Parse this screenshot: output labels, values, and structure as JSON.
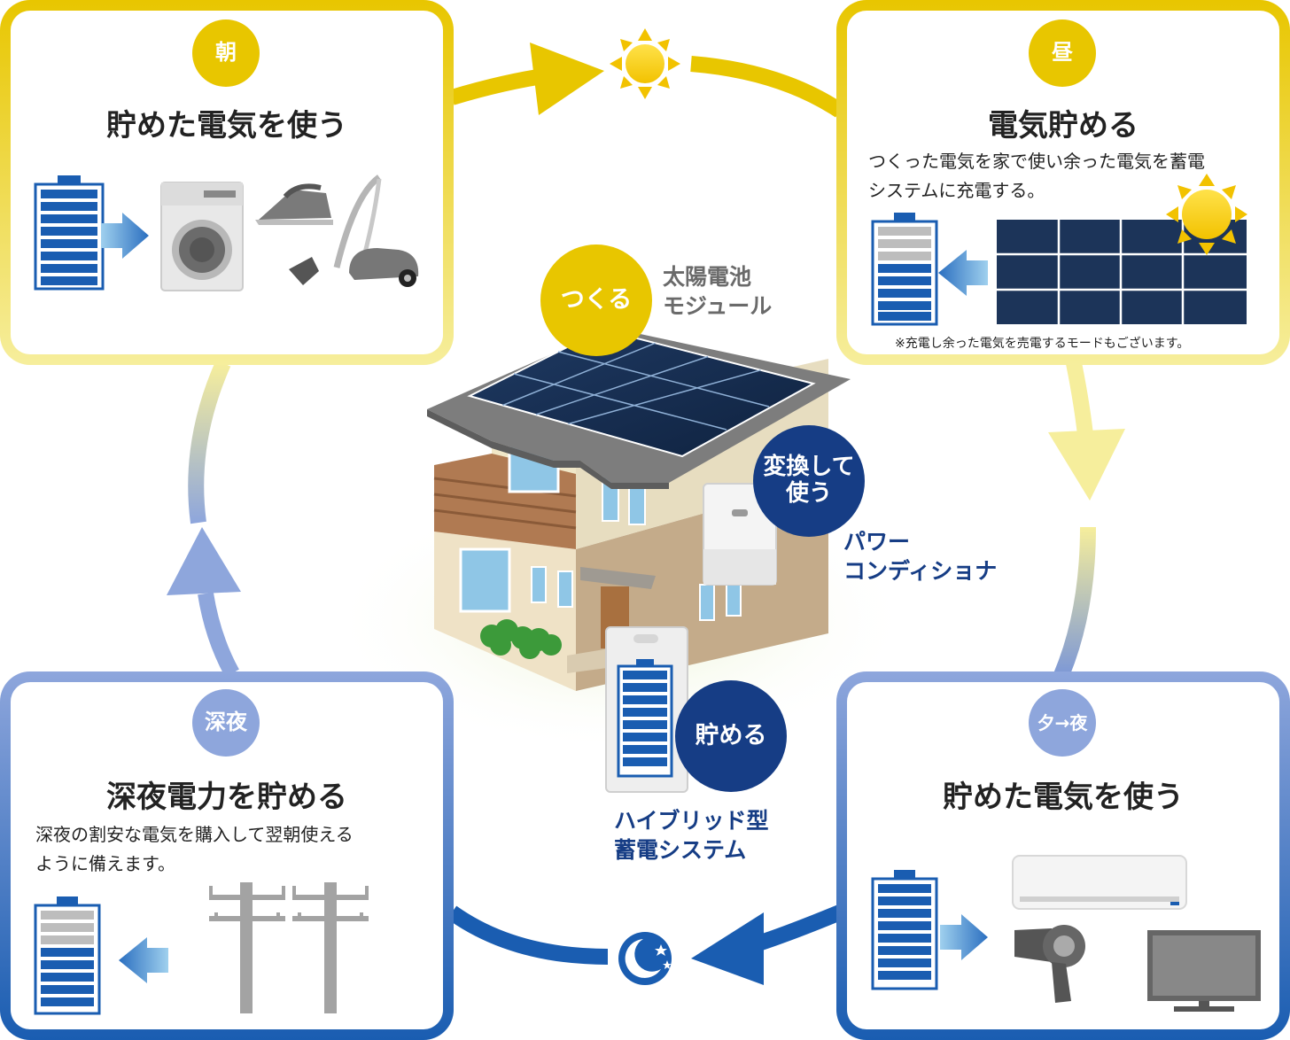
{
  "colors": {
    "yellow": "#e8c600",
    "yellow_light": "#f6ee9c",
    "blue": "#1a5db1",
    "blue_light": "#8da6dc",
    "navy": "#163d85"
  },
  "panels": {
    "morning": {
      "badge": "朝",
      "title": "貯めた電気を使う"
    },
    "day": {
      "badge": "昼",
      "title": "電気貯める",
      "desc_line1": "つくった電気を家で使い余った電気を蓄電",
      "desc_line2": "システムに充電する。",
      "note": "※充電し余った電気を売電するモードもございます。"
    },
    "evening": {
      "badge": "夕→夜",
      "title": "貯めた電気を使う"
    },
    "night": {
      "badge": "深夜",
      "title": "深夜電力を貯める",
      "desc_line1": "深夜の割安な電気を購入して翌朝使える",
      "desc_line2": "ように備えます。"
    }
  },
  "center": {
    "make_badge": "つくる",
    "solar_label_1": "太陽電池",
    "solar_label_2": "モジュール",
    "convert_badge_1": "変換して",
    "convert_badge_2": "使う",
    "pcs_label_1": "パワー",
    "pcs_label_2": "コンディショナ",
    "store_badge": "貯める",
    "battery_label_1": "ハイブリッド型",
    "battery_label_2": "蓄電システム"
  },
  "icons": [
    "sun-icon",
    "moon-icon",
    "battery-icon",
    "washing-machine-icon",
    "iron-icon",
    "vacuum-icon",
    "solar-panel-icon",
    "air-conditioner-icon",
    "hair-dryer-icon",
    "tv-icon",
    "utility-pole-icon",
    "house-icon",
    "power-conditioner-icon"
  ]
}
